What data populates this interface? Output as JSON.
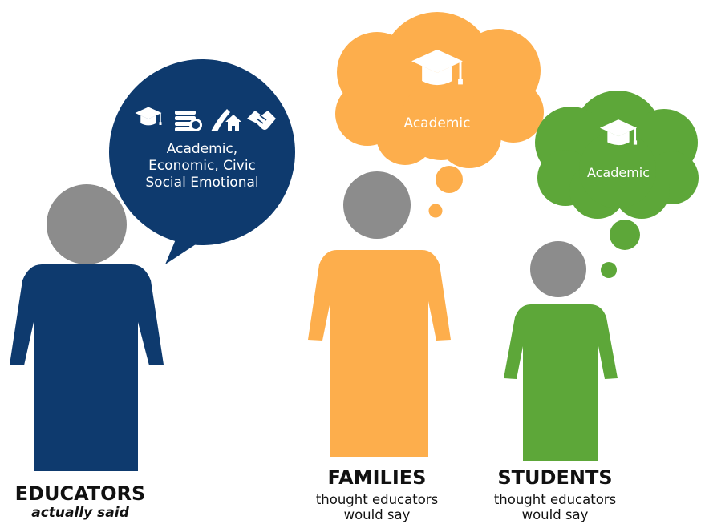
{
  "colors": {
    "educators": "#0e3a6e",
    "families": "#fdae4c",
    "students": "#5da739",
    "head": "#8c8c8c",
    "text": "#111111",
    "white": "#ffffff"
  },
  "educators": {
    "title": "EDUCATORS",
    "subtitle": "actually said",
    "bubble_lines": [
      "Academic,",
      "Economic, Civic",
      "Social Emotional"
    ],
    "icons": [
      "graduation-cap-icon",
      "coins-icon",
      "road-home-icon",
      "handshake-icon"
    ]
  },
  "families": {
    "title": "FAMILIES",
    "subtitle_lines": [
      "thought educators",
      "would say"
    ],
    "bubble_label": "Academic",
    "icon": "graduation-cap-icon"
  },
  "students": {
    "title": "STUDENTS",
    "subtitle_lines": [
      "thought educators",
      "would say"
    ],
    "bubble_label": "Academic",
    "icon": "graduation-cap-icon"
  }
}
